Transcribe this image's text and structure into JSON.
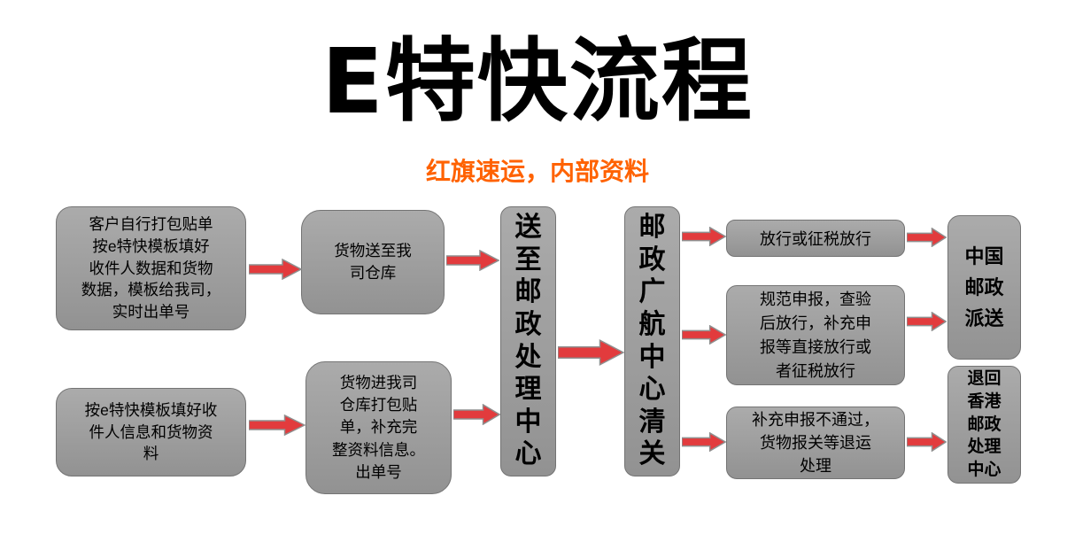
{
  "title": "E特快流程",
  "subtitle": "红旗速运，内部资料",
  "colors": {
    "title": "#000000",
    "subtitle": "#ff6200",
    "box_fill_top": "#ababab",
    "box_fill_bottom": "#929292",
    "box_border": "#747474",
    "arrow_fill": "#e23b3d",
    "arrow_stroke": "#8f8f8f"
  },
  "flow": {
    "box_customer_pack": "客户自行打包贴单\n按e特快模板填好\n收件人数据和货物\n数据，模板给我司，\n实时出单号",
    "box_goods_to_warehouse": "货物送至我\n司仓库",
    "box_template_fill": "按e特快模板填好收\n件人信息和货物资\n料",
    "box_goods_into_warehouse": "货物进我司\n仓库打包贴\n单，补充完\n整资料信息。\n出单号",
    "box_postal_center": "送至邮政处理中心",
    "box_guanghang_customs": "邮政广航中心清关",
    "box_release": "放行或征税放行",
    "box_declare": "规范申报，查验\n后放行，补充申\n报等直接放行或\n者征税放行",
    "box_fail_return": "补充申报不通过，\n货物报关等退运\n处理",
    "box_china_post": "中国\n邮政\n派送",
    "box_return_hk": "退回\n香港\n邮政\n处理\n中心"
  }
}
